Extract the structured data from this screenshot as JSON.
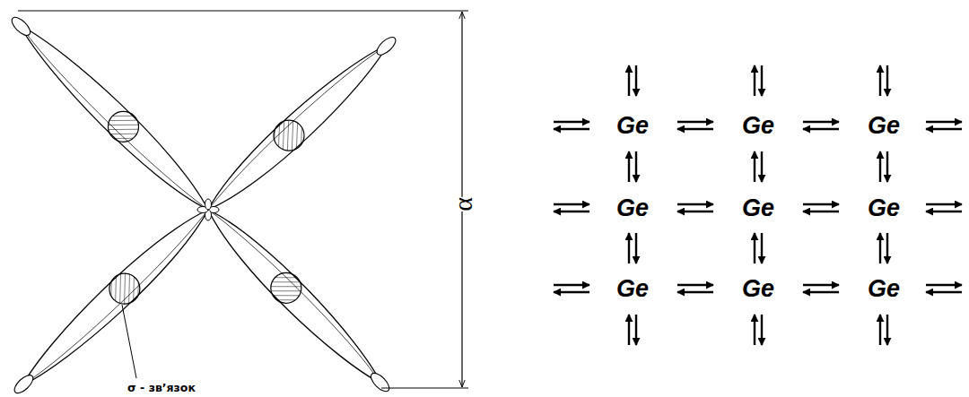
{
  "diagram": {
    "labels": [
      "σ - зв’язок",
      "α",
      "Ge",
      "Ge",
      "Ge",
      "Ge",
      "Ge",
      "Ge",
      "Ge",
      "Ge",
      "Ge"
    ]
  }
}
